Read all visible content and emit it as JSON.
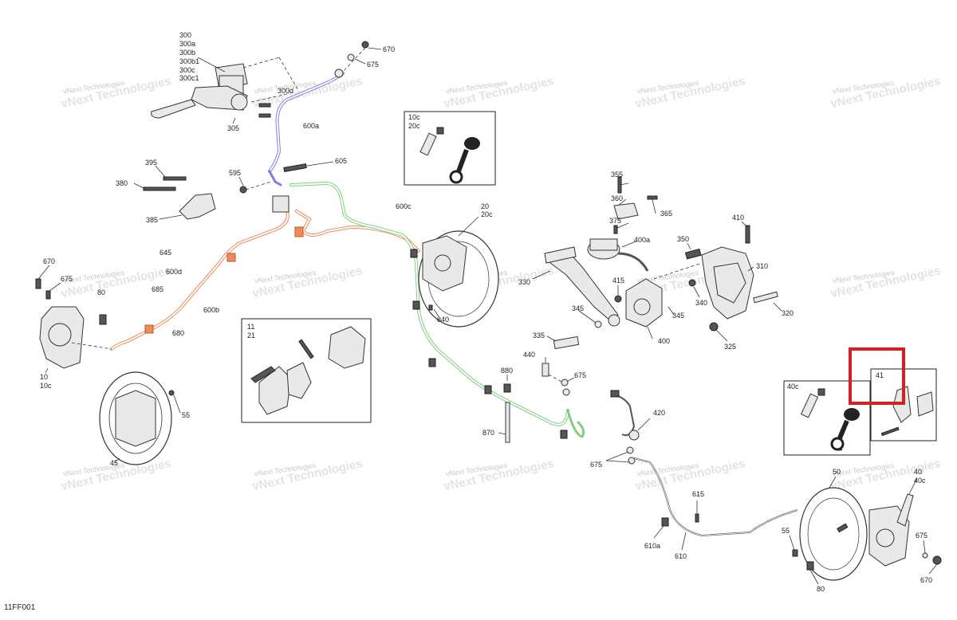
{
  "diagram": {
    "figure_code": "11FF001",
    "watermark": {
      "line1": "vNext",
      "line2": "Technologies",
      "overlay": "vNext Technologies"
    },
    "highlight_color": "#d42020",
    "hose_colors": {
      "front_upper": "#8080e0",
      "front_left": "#f08a5a",
      "rear": "#7fd07f"
    },
    "labels": {
      "l300": "300",
      "l300a": "300a",
      "l300b": "300b",
      "l300b1": "300b1",
      "l300c": "300c",
      "l300c1": "300c1",
      "l305": "305",
      "l300d": "300d",
      "l670a": "670",
      "l675a": "675",
      "l600a": "600a",
      "l605": "605",
      "l595": "595",
      "l395": "395",
      "l380": "380",
      "l385": "385",
      "l600c": "600c",
      "l20": "20",
      "l20c": "20c",
      "l645": "645",
      "l600d": "600d",
      "l600b": "600b",
      "l685": "685",
      "l680": "680",
      "l670b": "670",
      "l675b": "675",
      "l80a": "80",
      "l10": "10",
      "l10c": "10c",
      "l55a": "55",
      "l45": "45",
      "l840": "840",
      "l880": "880",
      "l870": "870",
      "l440": "440",
      "l675c": "675",
      "l355": "355",
      "l360": "360",
      "l365": "365",
      "l375": "375",
      "l400a": "400a",
      "l350": "350",
      "l410": "410",
      "l310": "310",
      "l330": "330",
      "l415": "415",
      "l340": "340",
      "l345a": "345",
      "l345b": "345",
      "l320": "320",
      "l335": "335",
      "l400": "400",
      "l325": "325",
      "l420": "420",
      "l675d": "675",
      "l615": "615",
      "l610a": "610a",
      "l610": "610",
      "l50": "50",
      "l40": "40",
      "l40c": "40c",
      "l55b": "55",
      "l675e": "675",
      "l80b": "80",
      "l670c": "670"
    },
    "insets": {
      "caliper_kit_front": {
        "line1": "10c",
        "line2": "20c"
      },
      "pads": {
        "line1": "11",
        "line2": "21"
      },
      "caliper_kit_rear": {
        "line1": "40c"
      },
      "rear_pads": {
        "line1": "41"
      }
    }
  }
}
